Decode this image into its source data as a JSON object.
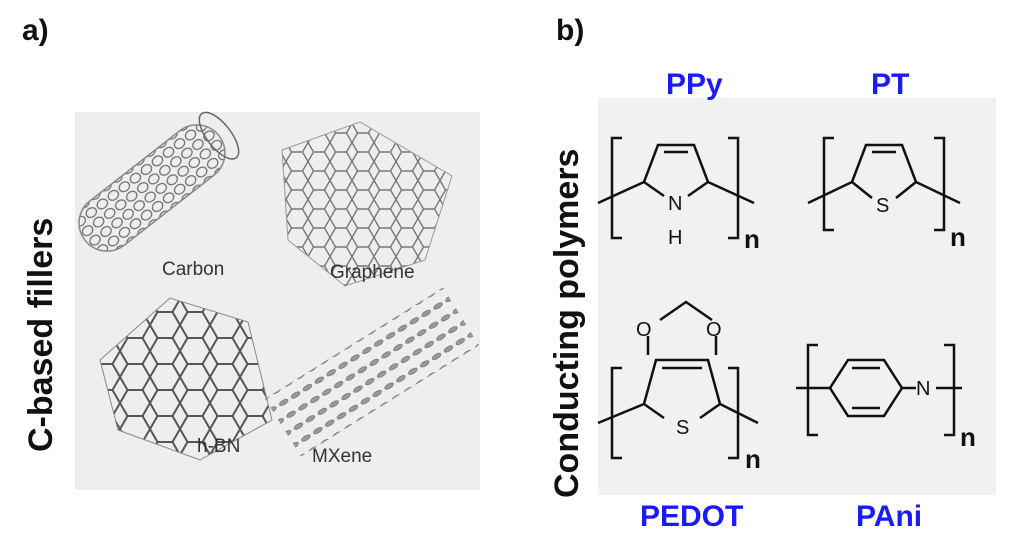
{
  "panel_a": {
    "label": "a)",
    "title": "C-based fillers",
    "items": [
      {
        "caption": "Carbon",
        "icon": "carbon-nanotube-icon"
      },
      {
        "caption": "Graphene",
        "icon": "graphene-sheet-icon"
      },
      {
        "caption": "h-BN",
        "icon": "hbn-lattice-icon"
      },
      {
        "caption": "MXene",
        "icon": "mxene-layers-icon"
      }
    ]
  },
  "panel_b": {
    "label": "b)",
    "title": "Conducting polymers",
    "polymers": [
      {
        "name": "PPy",
        "atoms": [
          "N",
          "H"
        ],
        "repeat": "n"
      },
      {
        "name": "PT",
        "atoms": [
          "S"
        ],
        "repeat": "n"
      },
      {
        "name": "PEDOT",
        "atoms": [
          "O",
          "O",
          "S"
        ],
        "repeat": "n"
      },
      {
        "name": "PAni",
        "atoms": [
          "N"
        ],
        "repeat": "n"
      }
    ],
    "name_color": "#1a1aff"
  }
}
